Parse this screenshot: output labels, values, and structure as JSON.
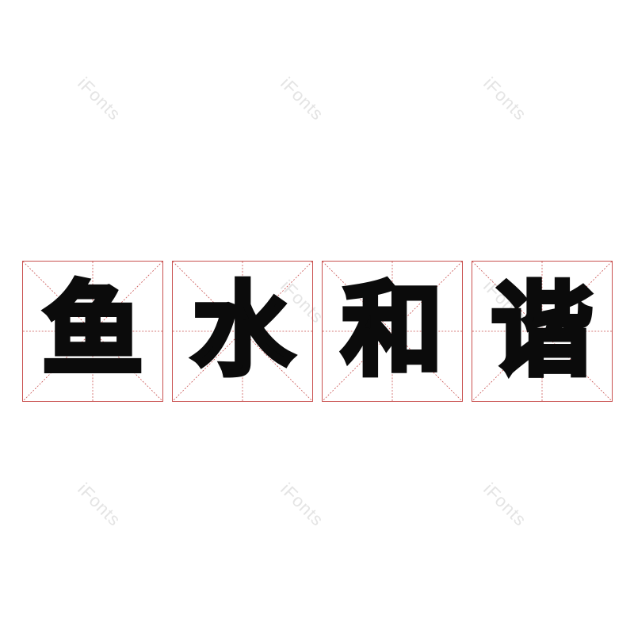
{
  "watermark": {
    "text": "iFonts",
    "color": "#e4e4e4"
  },
  "grid_color": "#c9504f",
  "characters": [
    {
      "glyph": "鱼"
    },
    {
      "glyph": "水"
    },
    {
      "glyph": "和"
    },
    {
      "glyph": "谐"
    }
  ]
}
